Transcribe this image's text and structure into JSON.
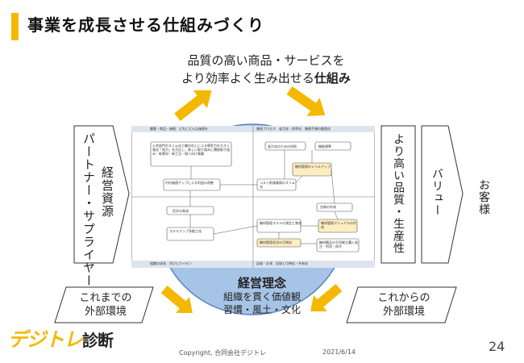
{
  "title": "事業を成長させる仕組みづくり",
  "caption": {
    "line1": "品質の高い商品・サービスを",
    "line2_prefix": "より効率よく生み出せる",
    "line2_bold": "仕組み"
  },
  "left_box": {
    "line1": "パートナー・サプライヤー",
    "line2": "経営資源"
  },
  "right_box_1": "より高い品質・生産性",
  "right_box_2": "バリュー",
  "customer": "お客様",
  "circle": {
    "title": "経営理念",
    "line1": "組織を貫く価値観",
    "line2": "習慣・風土・文化"
  },
  "env_left": {
    "line1": "これまでの",
    "line2": "外部環境"
  },
  "env_right": {
    "line1": "これからの",
    "line2": "外部環境"
  },
  "quadrants": {
    "top_left": "顧客・商品・価格　どれにどんな価値を",
    "top_right": "業務プロセス　省力化・効率化　業務手順の最適化",
    "bottom_left": "組織の成長　学びとカイゼン",
    "bottom_right": "記録・計測　記録と可視化・共有化"
  },
  "nodes": {
    "n1": "公共部門のスリム化と顧の向上による競争力を大きく強化「効力」を活出し、新しい取り組みに積極取り組み・新素材・新工法・個人向け事業",
    "n2": "村内価値アップによる利益の改善",
    "n3": "哲学の育成",
    "n4": "スキルアップ多能工化",
    "n5": "省力化のための技術",
    "n6": "機能標準",
    "n7": "機材管理のレベルアップ",
    "n8": "コスト削減業務のスリム化",
    "n9": "台帳の作成",
    "n10": "機材管理スキルの測定と育成",
    "n11": "機材管理マニュアルの作成",
    "n12": "機材管理状況の可視化",
    "n13": "機材備品の不用確立購入発注・利用・保守"
  },
  "logo": {
    "main": "デジトレ",
    "sub": "診断"
  },
  "footer": {
    "copyright": "Copyright, 合同会社デジトレ",
    "date": "2021/6/14"
  },
  "page_number": "24",
  "colors": {
    "accent": "#f5b800",
    "circle": "#a6c4e6",
    "circle_edge": "#5a86bd",
    "node_highlight": "#fdeec2"
  }
}
